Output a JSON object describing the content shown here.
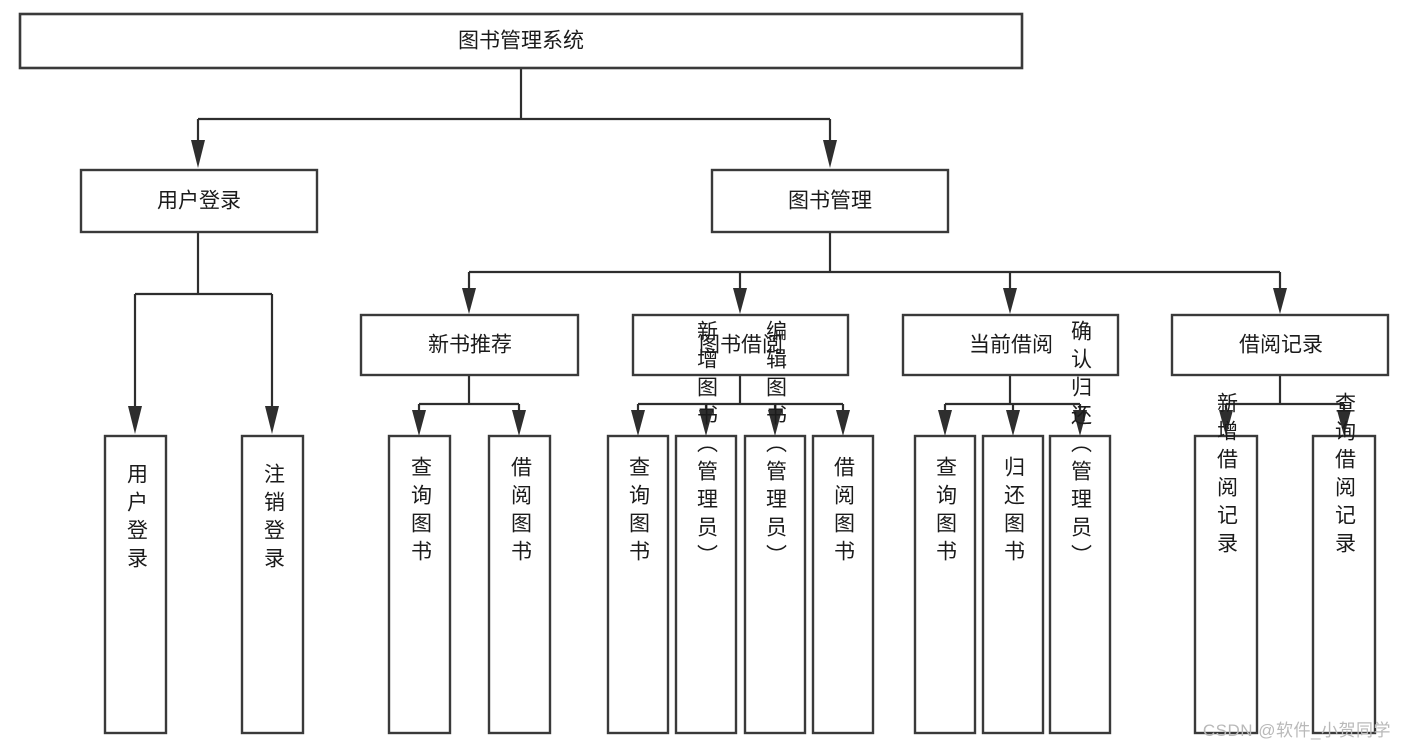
{
  "diagram": {
    "type": "tree-hierarchy",
    "title": "图书管理系统",
    "watermark": "CSDN @软件_小贺同学",
    "colors": {
      "background": "#ffffff",
      "box_stroke": "#3a3a3a",
      "connector": "#2e2e2e",
      "text": "#1b1b1b",
      "watermark": "#b9b9b9"
    },
    "nodes": {
      "root": {
        "label": "图书管理系统",
        "level": 1,
        "orientation": "horizontal"
      },
      "l2": [
        {
          "id": "user-login",
          "label": "用户登录",
          "level": 2,
          "orientation": "horizontal"
        },
        {
          "id": "book-manage",
          "label": "图书管理",
          "level": 2,
          "orientation": "horizontal"
        }
      ],
      "l3": [
        {
          "id": "new-book-rec",
          "label": "新书推荐",
          "level": 3,
          "orientation": "horizontal"
        },
        {
          "id": "book-borrow",
          "label": "图书借阅",
          "level": 3,
          "orientation": "horizontal"
        },
        {
          "id": "current-borrow",
          "label": "当前借阅",
          "level": 3,
          "orientation": "horizontal"
        },
        {
          "id": "borrow-record",
          "label": "借阅记录",
          "level": 3,
          "orientation": "horizontal"
        }
      ],
      "leaves": {
        "user_login": [
          {
            "id": "leaf-user-login",
            "label": "用户登录"
          },
          {
            "id": "leaf-logout-login",
            "label": "注销登录"
          }
        ],
        "new_book_rec": [
          {
            "id": "leaf-query-book-1",
            "label": "查询图书"
          },
          {
            "id": "leaf-borrow-book-1",
            "label": "借阅图书"
          }
        ],
        "book_borrow": [
          {
            "id": "leaf-query-book-2",
            "label": "查询图书"
          },
          {
            "id": "leaf-add-book",
            "label": "新增图书（管理员）"
          },
          {
            "id": "leaf-edit-book",
            "label": "编辑图书（管理员）"
          },
          {
            "id": "leaf-borrow-book-2",
            "label": "借阅图书"
          }
        ],
        "current_borrow": [
          {
            "id": "leaf-query-book-3",
            "label": "查询图书"
          },
          {
            "id": "leaf-return-book",
            "label": "归还图书"
          },
          {
            "id": "leaf-confirm-return",
            "label": "确认归还（管理员）"
          }
        ],
        "borrow_record": [
          {
            "id": "leaf-add-record",
            "label": "新增借阅记录"
          },
          {
            "id": "leaf-query-record",
            "label": "查询借阅记录"
          }
        ]
      }
    },
    "edges": [
      {
        "from": "图书管理系统",
        "to": "用户登录"
      },
      {
        "from": "图书管理系统",
        "to": "图书管理"
      },
      {
        "from": "用户登录",
        "to": "用户登录"
      },
      {
        "from": "用户登录",
        "to": "注销登录"
      },
      {
        "from": "图书管理",
        "to": "新书推荐"
      },
      {
        "from": "图书管理",
        "to": "图书借阅"
      },
      {
        "from": "图书管理",
        "to": "当前借阅"
      },
      {
        "from": "图书管理",
        "to": "借阅记录"
      },
      {
        "from": "新书推荐",
        "to": "查询图书"
      },
      {
        "from": "新书推荐",
        "to": "借阅图书"
      },
      {
        "from": "图书借阅",
        "to": "查询图书"
      },
      {
        "from": "图书借阅",
        "to": "新增图书（管理员）"
      },
      {
        "from": "图书借阅",
        "to": "编辑图书（管理员）"
      },
      {
        "from": "图书借阅",
        "to": "借阅图书"
      },
      {
        "from": "当前借阅",
        "to": "查询图书"
      },
      {
        "from": "当前借阅",
        "to": "归还图书"
      },
      {
        "from": "当前借阅",
        "to": "确认归还（管理员）"
      },
      {
        "from": "借阅记录",
        "to": "新增借阅记录"
      },
      {
        "from": "借阅记录",
        "to": "查询借阅记录"
      }
    ]
  }
}
